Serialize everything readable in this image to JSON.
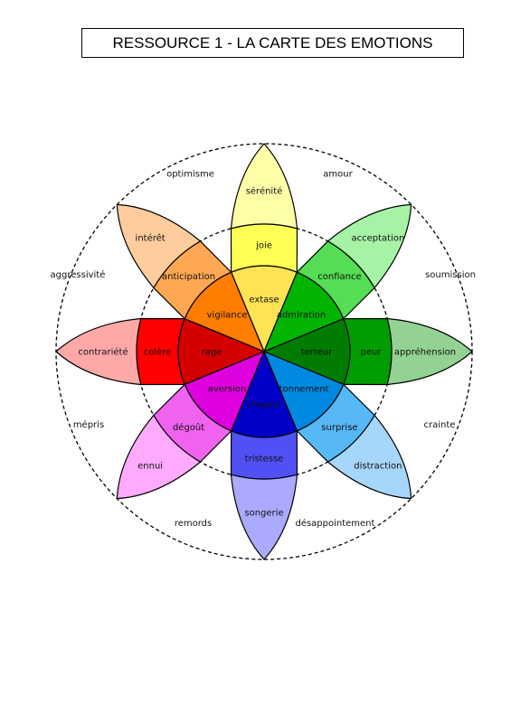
{
  "title": "RESSOURCE 1 - LA CARTE DES EMOTIONS",
  "petals": [
    {
      "key": "joie",
      "colors": [
        "#ffe354",
        "#ffff55",
        "#ffffa8"
      ],
      "labels": [
        "extase",
        "joie",
        "sérénité"
      ]
    },
    {
      "key": "confiance",
      "colors": [
        "#00b400",
        "#55dd55",
        "#a6f3a6"
      ],
      "labels": [
        "admiration",
        "confiance",
        "acceptation"
      ]
    },
    {
      "key": "peur",
      "colors": [
        "#007c00",
        "#009d00",
        "#93d293"
      ],
      "labels": [
        "terreur",
        "peur",
        "appréhension"
      ]
    },
    {
      "key": "surprise",
      "colors": [
        "#0089e0",
        "#56b8f5",
        "#a6d6fa"
      ],
      "labels": [
        "étonnement",
        "surprise",
        "distraction"
      ]
    },
    {
      "key": "tristesse",
      "colors": [
        "#0000c8",
        "#5050f5",
        "#aaaaff"
      ],
      "labels": [
        "chagrin",
        "tristesse",
        "songerie"
      ]
    },
    {
      "key": "degout",
      "colors": [
        "#de00de",
        "#ef63ef",
        "#ffaaff"
      ],
      "labels": [
        "aversion",
        "dégoût",
        "ennui"
      ]
    },
    {
      "key": "colere",
      "colors": [
        "#d40000",
        "#ff0000",
        "#ffa8a8"
      ],
      "labels": [
        "rage",
        "colère",
        "contrariété"
      ]
    },
    {
      "key": "anticipation",
      "colors": [
        "#ff7d00",
        "#ffa853",
        "#ffcc9e"
      ],
      "labels": [
        "vigilance",
        "anticipation",
        "intérêt"
      ]
    }
  ],
  "dyads": [
    "amour",
    "soumission",
    "crainte",
    "désappointement",
    "remords",
    "mépris",
    "aggressivité",
    "optimisme"
  ]
}
